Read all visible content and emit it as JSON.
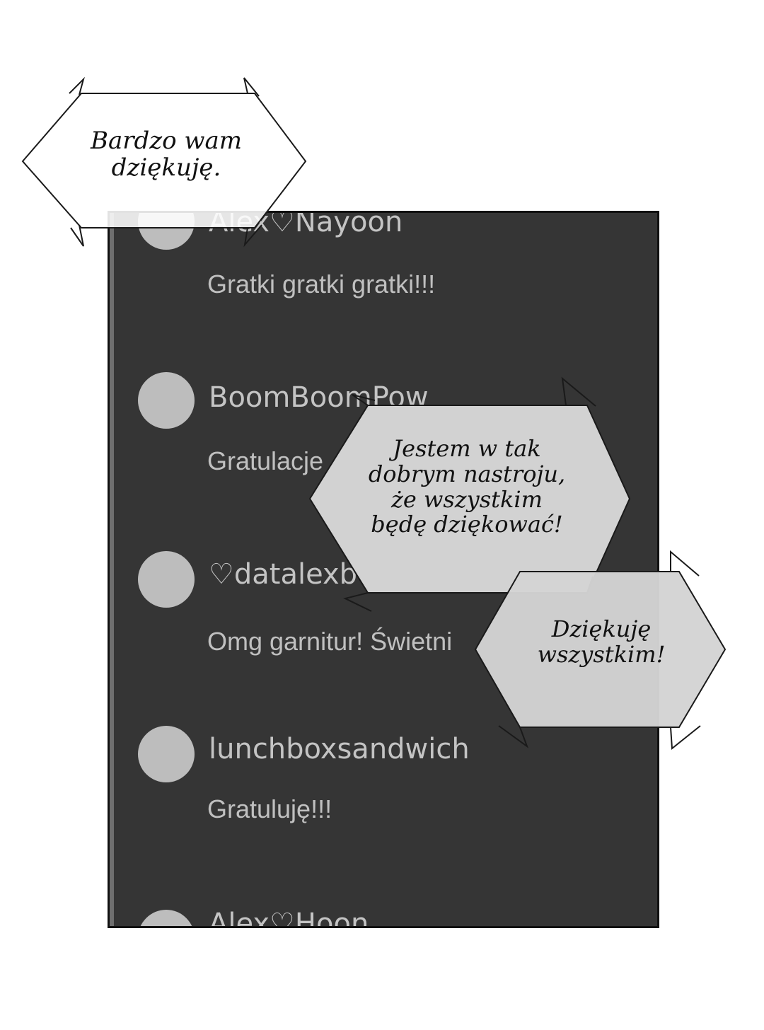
{
  "comments": [
    {
      "username": "Alex♡Nayoon",
      "message": "Gratki gratki gratki!!!"
    },
    {
      "username": "BoomBoomPow",
      "message": "Gratulacje"
    },
    {
      "username": "♡datalexb",
      "message": "Omg garnitur! Świetni"
    },
    {
      "username": "lunchboxsandwich",
      "message": "Gratuluję!!!"
    },
    {
      "username": "Alex♡Hoon",
      "message": ""
    }
  ],
  "bubbles": {
    "top_left": {
      "line1": "Bardzo wam",
      "line2": "dziękuję."
    },
    "center": {
      "line1": "Jestem w tak",
      "line2": "dobrym nastroju,",
      "line3": "że wszystkim",
      "line4": "będę dziękować!"
    },
    "right": {
      "line1": "Dziękuję",
      "line2": "wszystkim!"
    }
  }
}
